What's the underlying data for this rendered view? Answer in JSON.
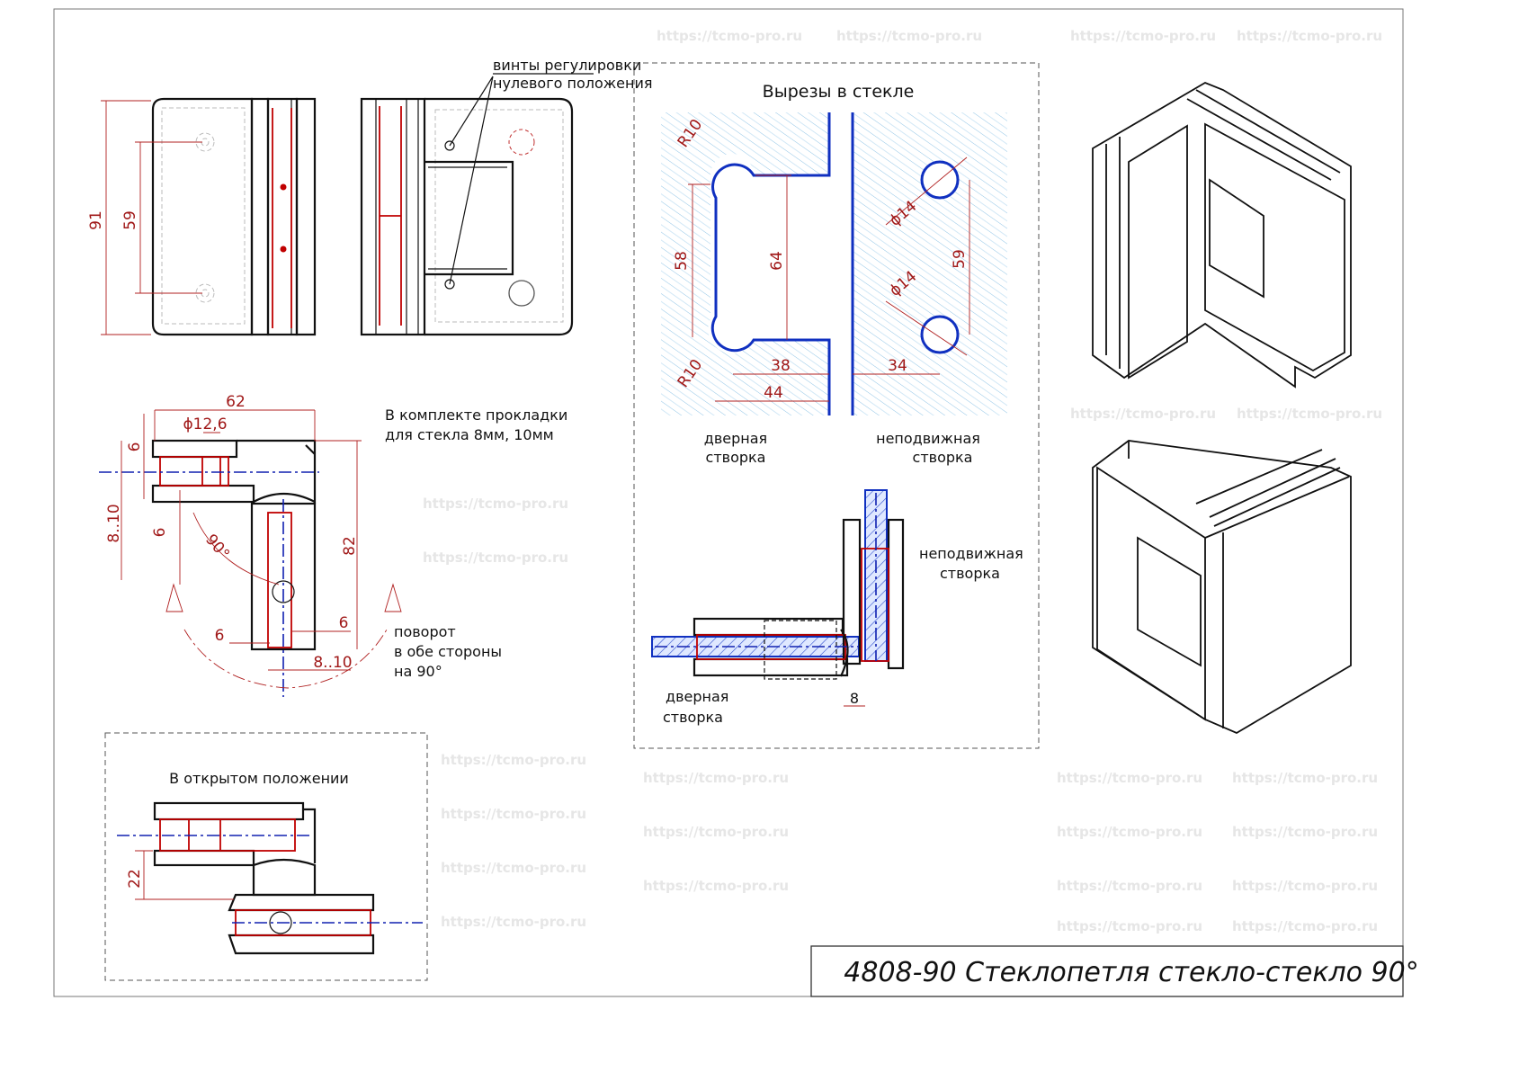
{
  "title": "4808-90 Стеклопетля стекло-стекло 90°",
  "watermark": "https://tcmo-pro.ru",
  "front_view": {
    "dim_height": "91",
    "dim_holes": "59"
  },
  "side_view": {
    "callout_line1": "винты регулировки",
    "callout_line2": "нулевого положения"
  },
  "top_view": {
    "dim_width": "62",
    "dim_diameter": "ϕ12,6",
    "dim_6_top": "6",
    "dim_6_left": "6",
    "dim_glass": "8..10",
    "dim_angle": "90°",
    "dim_82": "82",
    "dim_6_a": "6",
    "dim_6_b": "6",
    "dim_glass_b": "8..10"
  },
  "notes": {
    "gaskets_line1": "В комплекте прокладки",
    "gaskets_line2": "для стекла 8мм, 10мм",
    "rotation_line1": "поворот",
    "rotation_line2": "в обе стороны",
    "rotation_line3": "на 90°"
  },
  "cutouts": {
    "heading": "Вырезы в стекле",
    "r10_top": "R10",
    "r10_bottom": "R10",
    "dim_58": "58",
    "dim_64": "64",
    "dim_38": "38",
    "dim_44": "44",
    "dim_d14_top": "ϕ14",
    "dim_d14_bottom": "ϕ14",
    "dim_59": "59",
    "dim_34": "34",
    "door_line1": "дверная",
    "door_line2": "створка",
    "fixed_line1": "неподвижная",
    "fixed_line2": "створка"
  },
  "assembly": {
    "fixed_line1": "неподвижная",
    "fixed_line2": "створка",
    "door_line1": "дверная",
    "door_line2": "створка",
    "dim_8": "8"
  },
  "open_view": {
    "heading": "В открытом положении",
    "dim_22": "22"
  }
}
